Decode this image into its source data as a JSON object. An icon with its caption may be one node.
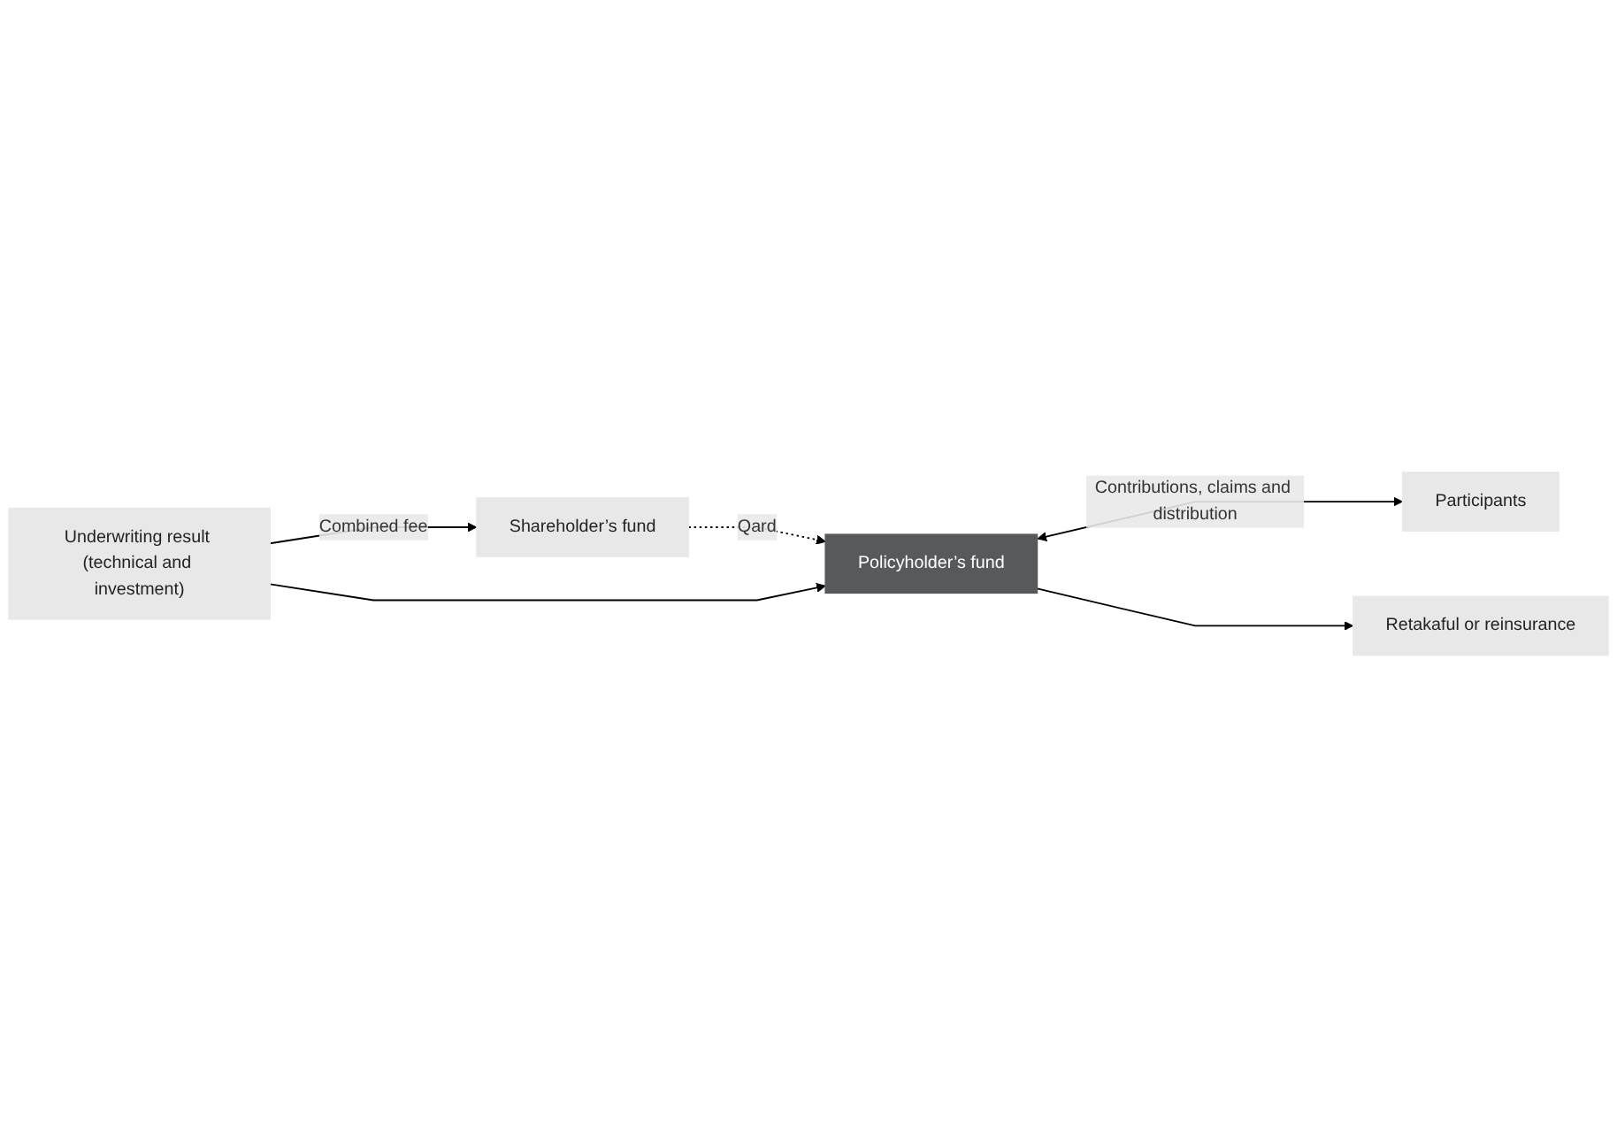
{
  "diagram": {
    "nodes": [
      {
        "text": [
          "Participants"
        ]
      },
      {
        "text": [
          "Policyholder’s fund"
        ]
      },
      {
        "text": [
          "Shareholder’s fund"
        ]
      },
      {
        "text": [
          "Underwriting result (technical and investment)"
        ]
      },
      {
        "text": [
          "Retakaful or reinsurance"
        ]
      }
    ],
    "edges": [
      {
        "from": 1,
        "to": 0,
        "arrow": "both",
        "label": "Contributions, claims and distribution"
      },
      {
        "from": 2,
        "to": 1,
        "arrow": "to",
        "label": "Qard",
        "style": "dashed"
      },
      {
        "from": 3,
        "to": 1,
        "arrow": "to"
      },
      {
        "from": 3,
        "to": 2,
        "arrow": "to",
        "label": "Combined fee"
      },
      {
        "from": 1,
        "to": 4,
        "arrow": "to"
      }
    ]
  }
}
